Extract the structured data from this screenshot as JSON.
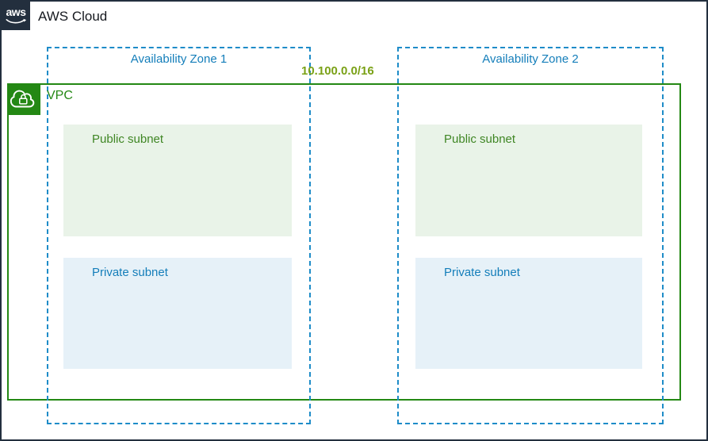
{
  "diagram": {
    "aws_cloud": {
      "label": "AWS Cloud",
      "logo_text": "aws"
    },
    "vpc": {
      "label": "VPC",
      "cidr": "10.100.0.0/16"
    },
    "availability_zones": [
      {
        "label": "Availability Zone 1",
        "subnets": [
          {
            "label": "Public subnet",
            "type": "public"
          },
          {
            "label": "Private subnet",
            "type": "private"
          }
        ]
      },
      {
        "label": "Availability Zone 2",
        "subnets": [
          {
            "label": "Public subnet",
            "type": "public"
          },
          {
            "label": "Private subnet",
            "type": "private"
          }
        ]
      }
    ],
    "colors": {
      "aws_cloud_border": "#232F3E",
      "az_border_blue": "#1E8CC8",
      "az_text_blue": "#147EBA",
      "vpc_green": "#248814",
      "cidr_olive_green": "#7AA116",
      "public_subnet_text": "#3F8624",
      "public_subnet_bg": "#E9F3E8",
      "private_subnet_text": "#147EBA",
      "private_subnet_bg": "#E6F1F8"
    }
  }
}
